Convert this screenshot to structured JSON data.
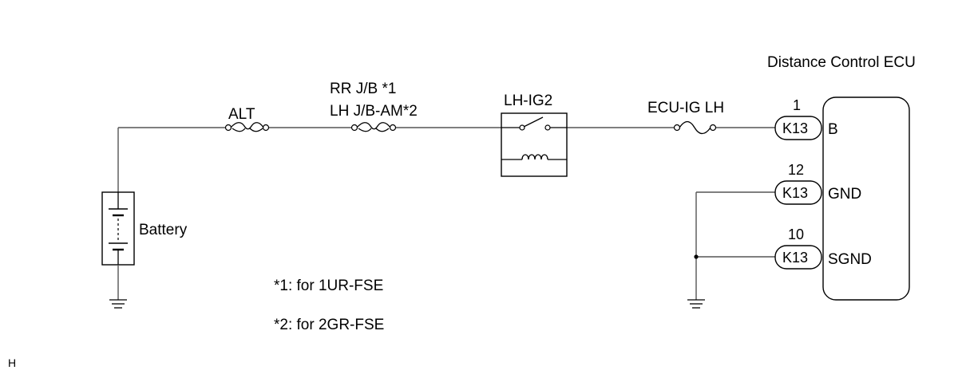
{
  "ecu": {
    "title": "Distance Control ECU"
  },
  "fuses": {
    "alt": "ALT",
    "rrjb_line1": "RR J/B *1",
    "rrjb_line2": "LH J/B-AM*2",
    "ecuig": "ECU-IG LH"
  },
  "relay": {
    "label": "LH-IG2"
  },
  "battery": {
    "label": "Battery"
  },
  "connectors": [
    {
      "pin": "1",
      "code": "K13",
      "terminal": "B"
    },
    {
      "pin": "12",
      "code": "K13",
      "terminal": "GND"
    },
    {
      "pin": "10",
      "code": "K13",
      "terminal": "SGND"
    }
  ],
  "notes": [
    "*1: for 1UR-FSE",
    "*2: for 2GR-FSE"
  ],
  "corner_mark": "H"
}
